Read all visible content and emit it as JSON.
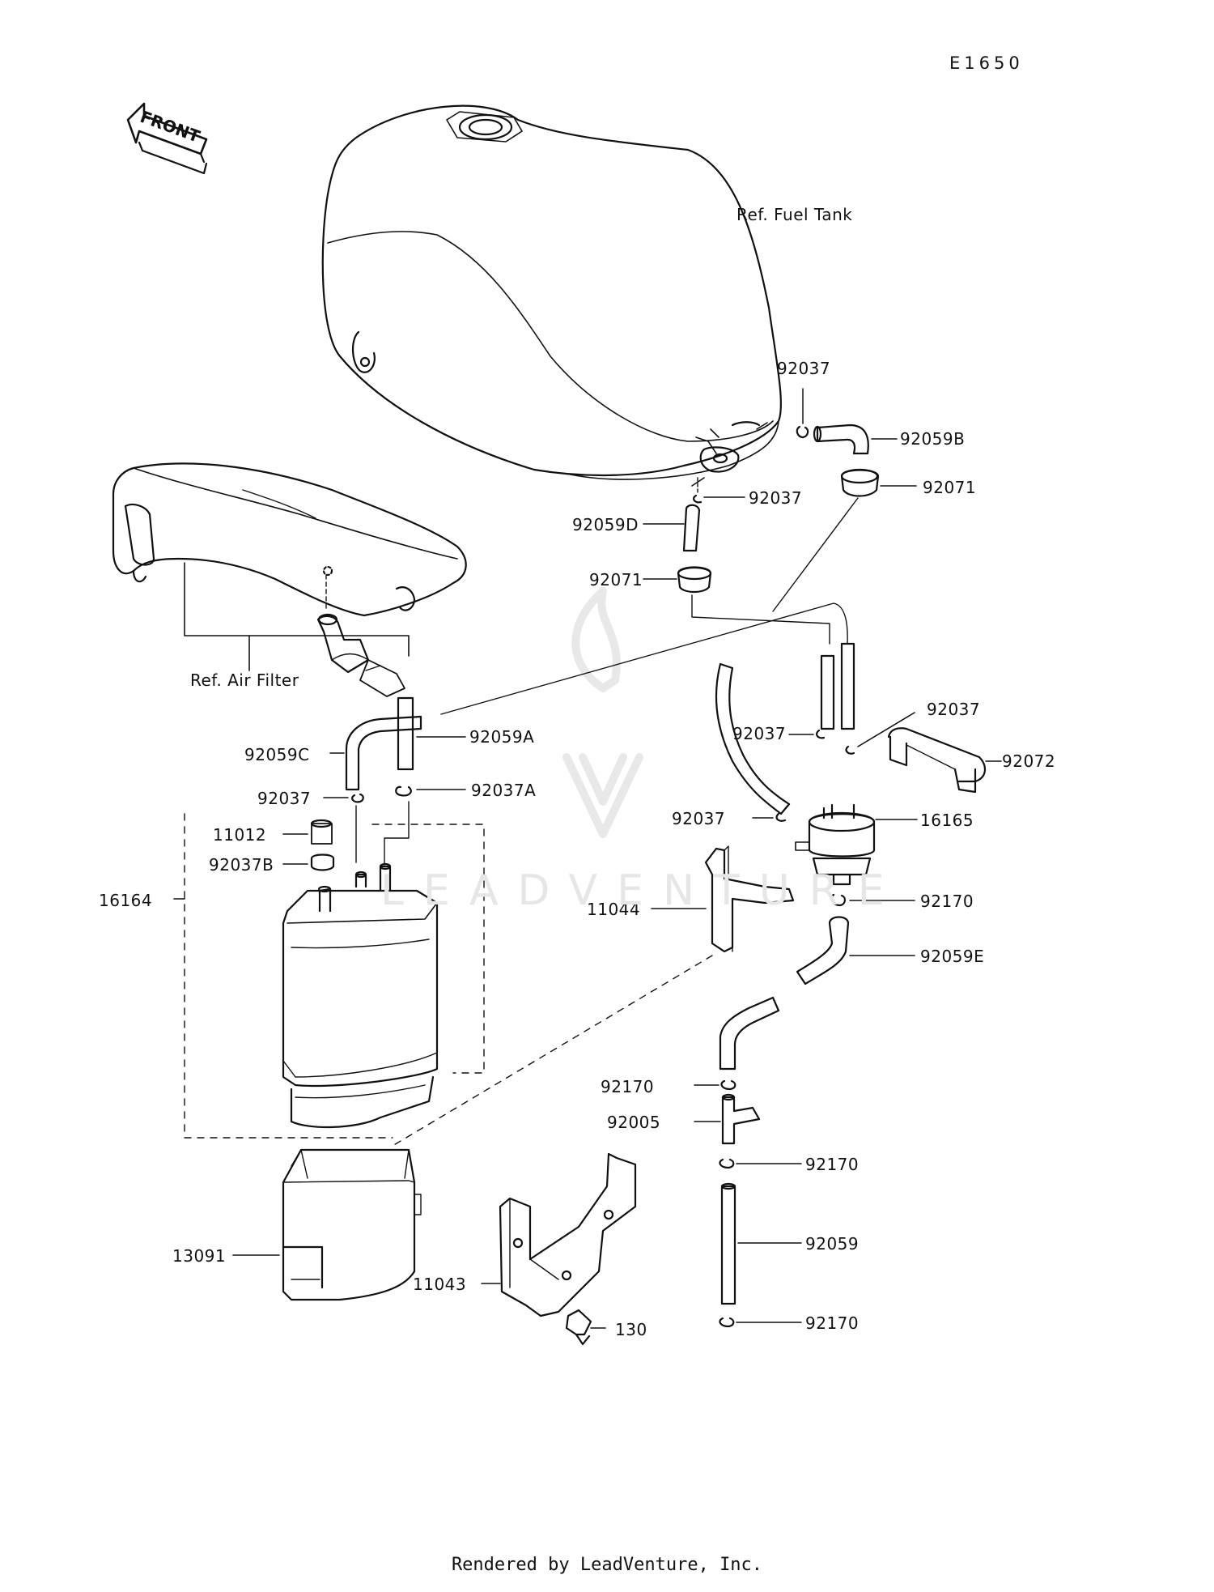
{
  "header": {
    "diagram_code": "E1650"
  },
  "front_arrow_text": "FRONT",
  "references": [
    {
      "id": "ref-fuel-tank",
      "text": "Ref. Fuel Tank"
    },
    {
      "id": "ref-air-filter",
      "text": "Ref. Air Filter"
    }
  ],
  "parts": [
    {
      "id": "p92037-top",
      "text": "92037"
    },
    {
      "id": "p92059B",
      "text": "92059B"
    },
    {
      "id": "p92037-b",
      "text": "92037"
    },
    {
      "id": "p92071-r",
      "text": "92071"
    },
    {
      "id": "p92059D",
      "text": "92059D"
    },
    {
      "id": "p92071-l",
      "text": "92071"
    },
    {
      "id": "p92037-c",
      "text": "92037"
    },
    {
      "id": "p92037-d",
      "text": "92037"
    },
    {
      "id": "p92072",
      "text": "92072"
    },
    {
      "id": "p92059C",
      "text": "92059C"
    },
    {
      "id": "p92059A",
      "text": "92059A"
    },
    {
      "id": "p92037-e",
      "text": "92037"
    },
    {
      "id": "p92037A",
      "text": "92037A"
    },
    {
      "id": "p92037-f",
      "text": "92037"
    },
    {
      "id": "p16165",
      "text": "16165"
    },
    {
      "id": "p11012",
      "text": "11012"
    },
    {
      "id": "p92037B",
      "text": "92037B"
    },
    {
      "id": "p16164",
      "text": "16164"
    },
    {
      "id": "p11044",
      "text": "11044"
    },
    {
      "id": "p92170-a",
      "text": "92170"
    },
    {
      "id": "p92059E",
      "text": "92059E"
    },
    {
      "id": "p92170-b",
      "text": "92170"
    },
    {
      "id": "p92005",
      "text": "92005"
    },
    {
      "id": "p92170-c",
      "text": "92170"
    },
    {
      "id": "p13091",
      "text": "13091"
    },
    {
      "id": "p92059",
      "text": "92059"
    },
    {
      "id": "p11043",
      "text": "11043"
    },
    {
      "id": "p130",
      "text": "130"
    },
    {
      "id": "p92170-d",
      "text": "92170"
    }
  ],
  "watermark": {
    "text": "LEADVENTURE"
  },
  "footer": {
    "credit": "Rendered by LeadVenture, Inc."
  }
}
